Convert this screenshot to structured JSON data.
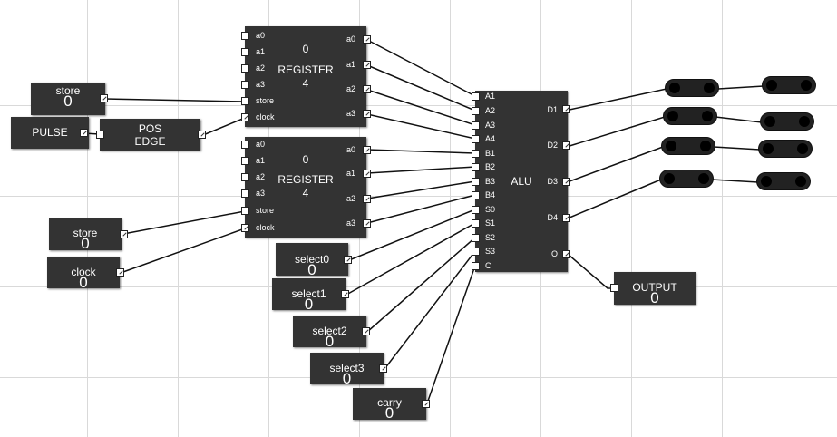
{
  "inputs": {
    "store_top": {
      "label": "store",
      "value": "0"
    },
    "pulse": {
      "label": "PULSE"
    },
    "pos_edge": {
      "line1": "POS",
      "line2": "EDGE"
    },
    "store_bottom": {
      "label": "store",
      "value": "0"
    },
    "clock": {
      "label": "clock",
      "value": "0"
    },
    "select0": {
      "label": "select0",
      "value": "0"
    },
    "select1": {
      "label": "select1",
      "value": "0"
    },
    "select2": {
      "label": "select2",
      "value": "0"
    },
    "select3": {
      "label": "select3",
      "value": "0"
    },
    "carry": {
      "label": "carry",
      "value": "0"
    }
  },
  "register1": {
    "value": "0",
    "title": "REGISTER",
    "bits": "4",
    "in_ports": [
      "a0",
      "a1",
      "a2",
      "a3",
      "store",
      "clock"
    ],
    "out_ports": [
      "a0",
      "a1",
      "a2",
      "a3"
    ]
  },
  "register2": {
    "value": "0",
    "title": "REGISTER",
    "bits": "4",
    "in_ports": [
      "a0",
      "a1",
      "a2",
      "a3",
      "store",
      "clock"
    ],
    "out_ports": [
      "a0",
      "a1",
      "a2",
      "a3"
    ]
  },
  "alu": {
    "title": "ALU",
    "in_ports": [
      "A1",
      "A2",
      "A3",
      "A4",
      "B1",
      "B2",
      "B3",
      "B4",
      "S0",
      "S1",
      "S2",
      "S3",
      "C"
    ],
    "out_ports": [
      "D1",
      "D2",
      "D3",
      "D4",
      "O"
    ]
  },
  "output": {
    "label": "OUTPUT",
    "value": "0"
  },
  "leds": [
    "led-d1",
    "led-d2",
    "led-d3",
    "led-d4"
  ]
}
